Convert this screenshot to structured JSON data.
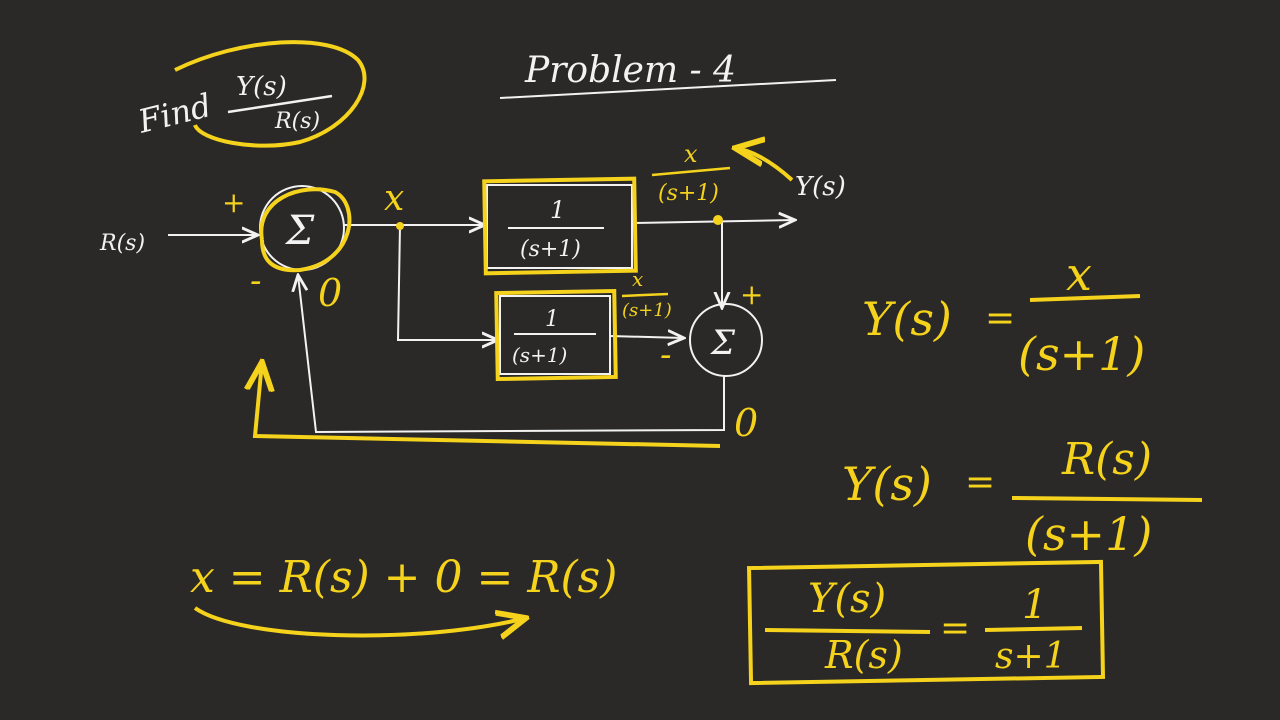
{
  "colors": {
    "background": "#2a2928",
    "chalk_white": "#f2f2f2",
    "highlight_yellow": "#f5d21b"
  },
  "header": {
    "find_label": "Find",
    "find_num": "Y(s)",
    "find_den": "R(s)",
    "title": "Problem - 4"
  },
  "diagram": {
    "input_label": "R(s)",
    "output_label": "Y(s)",
    "sum1_symbol": "Σ",
    "sum1_plus": "+",
    "sum1_minus": "-",
    "sum1_feedback_value": "0",
    "node_label": "x",
    "block1_num": "1",
    "block1_den": "(s+1)",
    "block1_out_num": "x",
    "block1_out_den": "(s+1)",
    "block2_num": "1",
    "block2_den": "(s+1)",
    "block2_out_num": "x",
    "block2_out_den": "(s+1)",
    "sum2_symbol": "Σ",
    "sum2_plus": "+",
    "sum2_minus": "-",
    "sum2_out_value": "0"
  },
  "work": {
    "eq1_lhs": "Y(s)",
    "eq1_eq": "=",
    "eq1_num": "x",
    "eq1_den": "(s+1)",
    "eq2_lhs": "Y(s)",
    "eq2_eq": "=",
    "eq2_num": "R(s)",
    "eq2_den": "(s+1)",
    "x_eq": "x = R(s) + 0 = R(s)",
    "result_num": "Y(s)",
    "result_den": "R(s)",
    "result_eq": "=",
    "result_rhs_num": "1",
    "result_rhs_den": "s+1"
  }
}
